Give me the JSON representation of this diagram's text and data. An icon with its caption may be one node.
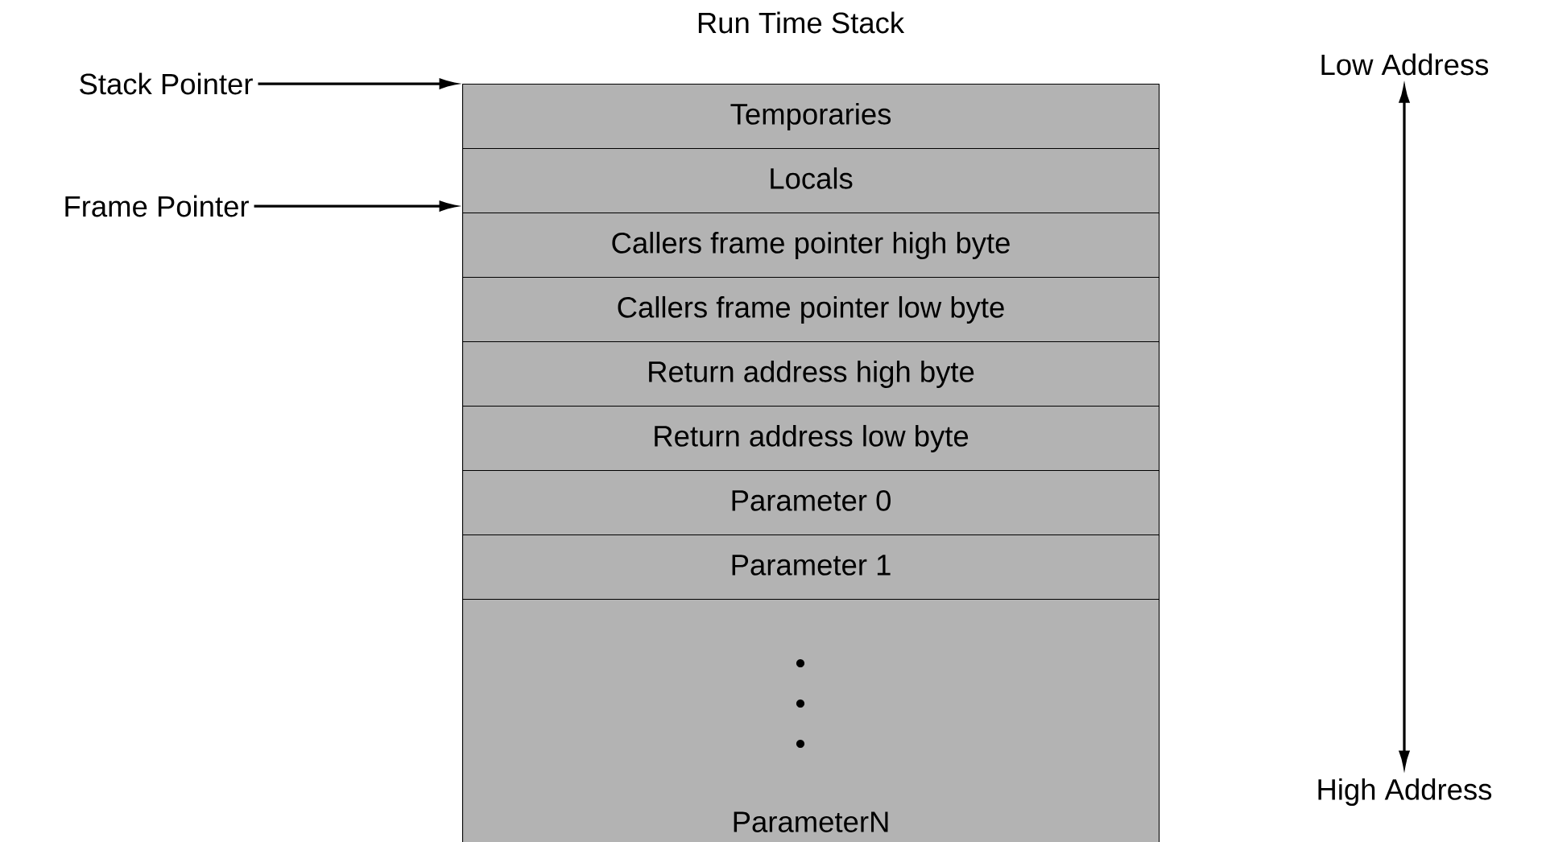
{
  "diagram": {
    "title": "Run Time Stack",
    "nodes": [
      {
        "text": [
          "Stack Pointer"
        ]
      },
      {
        "text": [
          "Frame Pointer"
        ]
      },
      {
        "text": [
          "Temporaries"
        ]
      },
      {
        "text": [
          "Locals"
        ]
      },
      {
        "text": [
          "Callers frame pointer high byte"
        ]
      },
      {
        "text": [
          "Callers frame pointer low byte"
        ]
      },
      {
        "text": [
          "Return address high byte"
        ]
      },
      {
        "text": [
          "Return address low byte"
        ]
      },
      {
        "text": [
          "Parameter 0"
        ]
      },
      {
        "text": [
          "Parameter 1"
        ]
      },
      {
        "text": [
          "ParameterN"
        ]
      },
      {
        "text": [
          "Low Address"
        ]
      },
      {
        "text": [
          "High Address"
        ]
      }
    ],
    "edges": [
      {
        "from": 0,
        "to": 2,
        "arrow": "to"
      },
      {
        "from": 1,
        "to": 3,
        "arrow": "to"
      },
      {
        "from": 11,
        "to": 12,
        "arrow": "both"
      }
    ]
  }
}
